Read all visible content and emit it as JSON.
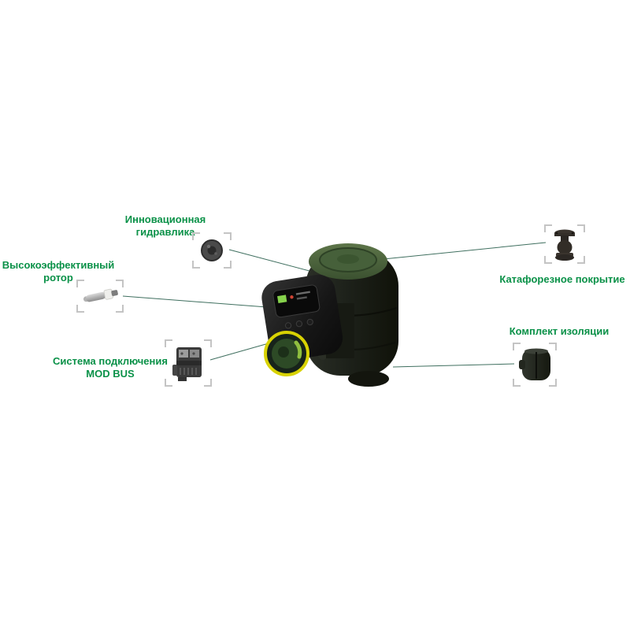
{
  "page": {
    "background": "#ffffff",
    "subject": "circulation-pump-feature-diagram"
  },
  "colors": {
    "label_green": "#0a9148",
    "connector_line": "#3f6f5f",
    "bracket_gray": "#c4c4c4",
    "pump_top_green": "#4f6b3f",
    "badge_ring_yellow": "#d8d203",
    "badge_inner_green": "#8fbf3f"
  },
  "callouts": [
    {
      "label": "Инновационная\nгидравлика",
      "part": "hydraulic-impeller"
    },
    {
      "label": "Высокоэффективный\nротор",
      "part": "rotor-shaft"
    },
    {
      "label": "Система подключения\nMOD BUS",
      "part": "modbus-module"
    },
    {
      "label": "Катафорезное покрытие",
      "part": "cataphoresis-housing"
    },
    {
      "label": "Комплект изоляции",
      "part": "insulation-shell"
    }
  ]
}
